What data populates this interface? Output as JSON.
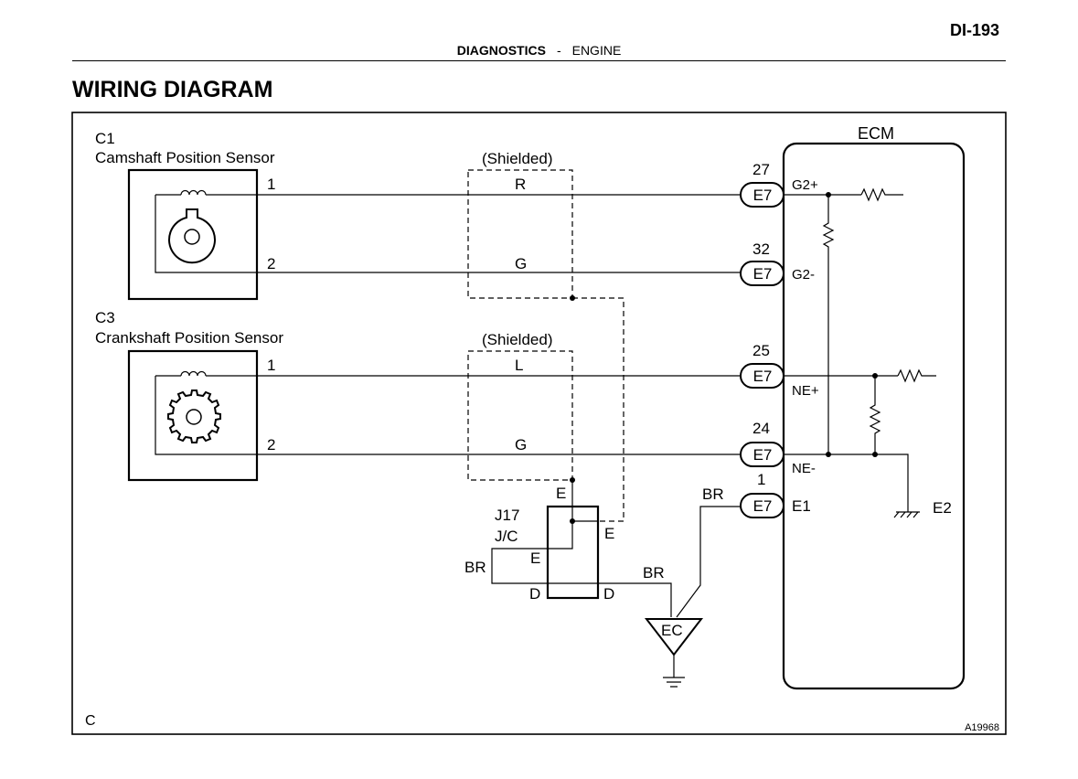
{
  "page": {
    "number": "DI-193"
  },
  "header": {
    "section": "DIAGNOSTICS",
    "separator": "-",
    "subsection": "ENGINE"
  },
  "title": "WIRING DIAGRAM",
  "diagram": {
    "cam_sensor": {
      "code": "C1",
      "name": "Camshaft Position Sensor",
      "pin1": "1",
      "pin2": "2"
    },
    "crank_sensor": {
      "code": "C3",
      "name": "Crankshaft Position Sensor",
      "pin1": "1",
      "pin2": "2"
    },
    "shield_labels": [
      "(Shielded)",
      "(Shielded)"
    ],
    "wire_colors": {
      "cam_pin1": "R",
      "cam_pin2": "G",
      "crank_pin1": "L",
      "crank_pin2": "G",
      "jc_left": "BR",
      "jc_right": "BR",
      "e1": "BR"
    },
    "ecm": {
      "label": "ECM",
      "connectors": [
        {
          "pin": "27",
          "connector": "E7",
          "terminal": "G2+"
        },
        {
          "pin": "32",
          "connector": "E7",
          "terminal": "G2-"
        },
        {
          "pin": "25",
          "connector": "E7",
          "terminal": "NE+"
        },
        {
          "pin": "24",
          "connector": "E7",
          "terminal": "NE-"
        },
        {
          "pin": "1",
          "connector": "E7",
          "terminal": "E1"
        }
      ],
      "ground_label": "E2"
    },
    "junction": {
      "code": "J17",
      "name": "J/C",
      "pin_top": "E",
      "pin_right_top": "E",
      "pin_left": "E",
      "pin_bottom_left": "D",
      "pin_bottom_right": "D"
    },
    "ground_point": "EC",
    "corner_label": "C",
    "figure_id": "A19968"
  }
}
